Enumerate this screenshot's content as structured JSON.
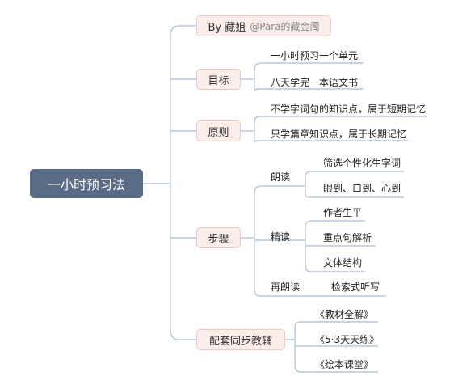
{
  "root": {
    "label": "一小时预习法"
  },
  "author": {
    "by": "By 藏姐",
    "handle": "@Para的藏金阁"
  },
  "branches": {
    "goal": {
      "label": "目标",
      "items": [
        "一小时预习一个单元",
        "八天学完一本语文书"
      ]
    },
    "principle": {
      "label": "原则",
      "items": [
        "不学字词句的知识点，属于短期记忆",
        "只学篇章知识点，属于长期记忆"
      ]
    },
    "steps": {
      "label": "步骤",
      "substeps": [
        {
          "label": "朗读",
          "items": [
            "筛选个性化生字词",
            "眼到、口到、心到"
          ]
        },
        {
          "label": "精读",
          "items": [
            "作者生平",
            "重点句解析",
            "文体结构"
          ]
        },
        {
          "label": "再朗读",
          "items": [
            "检索式听写"
          ]
        }
      ]
    },
    "materials": {
      "label": "配套同步教辅",
      "items": [
        "《教材全解》",
        "《5·3天天练》",
        "《绘本课堂》"
      ]
    }
  }
}
